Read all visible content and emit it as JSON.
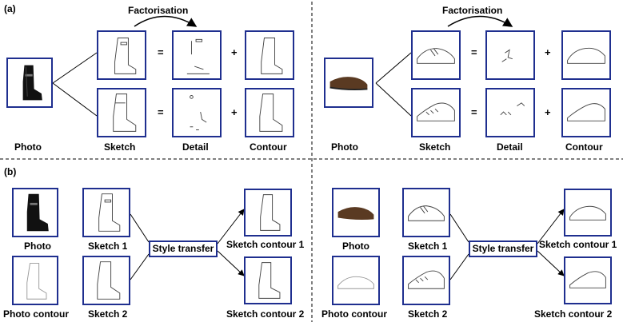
{
  "panels": {
    "a": "(a)",
    "b": "(b)"
  },
  "ops": {
    "eq": "=",
    "plus": "+"
  },
  "a": {
    "factorisation": "Factorisation",
    "labels": {
      "photo": "Photo",
      "sketch": "Sketch",
      "detail": "Detail",
      "contour": "Contour"
    }
  },
  "b": {
    "labels": {
      "photo": "Photo",
      "photo_contour": "Photo contour",
      "sketch1": "Sketch 1",
      "sketch2": "Sketch 2",
      "style_transfer": "Style transfer",
      "contour1": "Sketch contour 1",
      "contour2": "Sketch contour 2"
    }
  },
  "colors": {
    "frame": "#1f2f8f",
    "boot": "#111111",
    "shoe": "#5a3a22"
  }
}
